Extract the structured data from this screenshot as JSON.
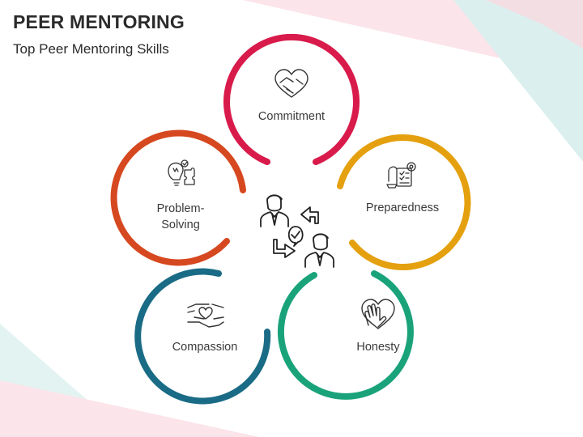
{
  "title": "PEER MENTORING",
  "subtitle": "Top Peer Mentoring Skills",
  "colors": {
    "commitment": "#d81b4b",
    "preparedness": "#e4a00e",
    "honesty": "#1aa37a",
    "compassion": "#1a6b85",
    "problem_solving": "#d6481f",
    "icon": "#333333"
  },
  "petals": [
    {
      "id": "commitment",
      "label": "Commitment",
      "icon": "handshake-heart-icon"
    },
    {
      "id": "preparedness",
      "label": "Preparedness",
      "icon": "checklist-gear-icon"
    },
    {
      "id": "honesty",
      "label": "Honesty",
      "icon": "hand-heart-icon"
    },
    {
      "id": "compassion",
      "label": "Compassion",
      "icon": "heart-in-hands-icon"
    },
    {
      "id": "problem_solving",
      "label_line1": "Problem-",
      "label_line2": "Solving",
      "icon": "lightbulb-puzzle-icon"
    }
  ],
  "center_icon": "mentor-exchange-icon"
}
